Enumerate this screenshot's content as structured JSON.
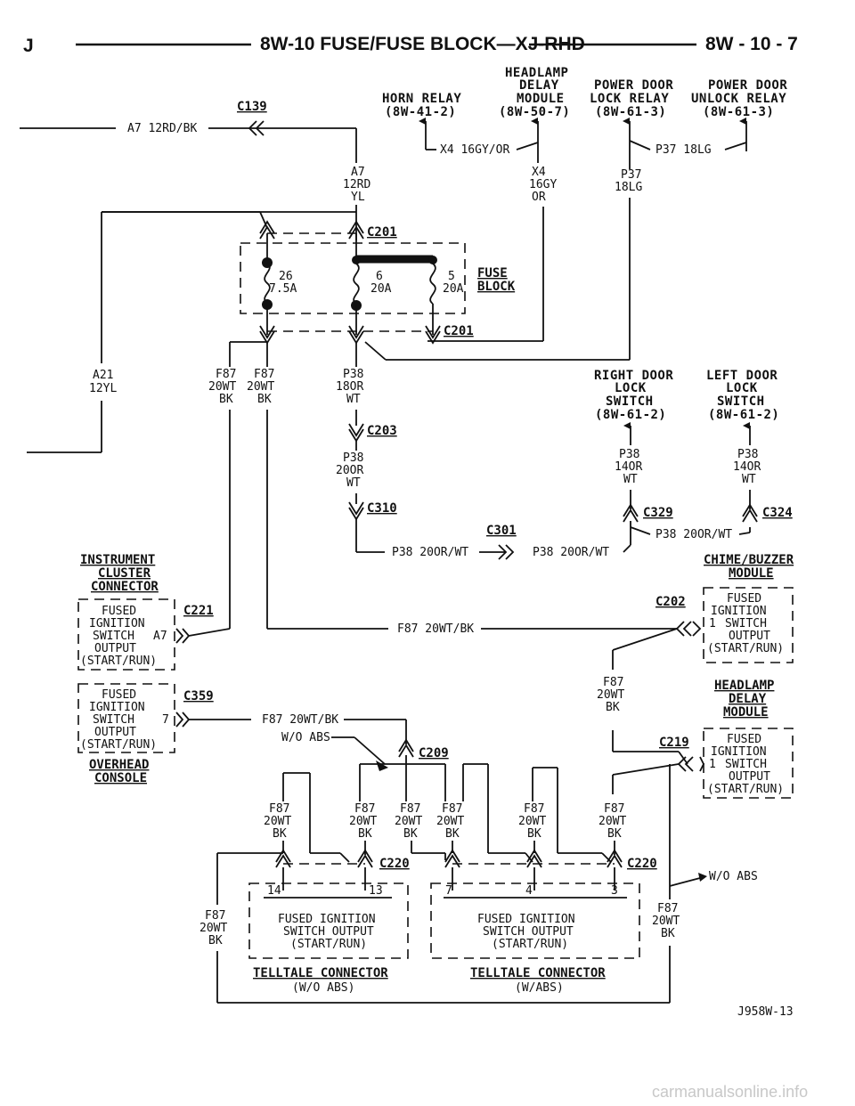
{
  "header": {
    "left": "J",
    "title": "8W-10 FUSE/FUSE BLOCK—XJ-RHD",
    "right": "8W - 10 - 7"
  },
  "components": {
    "horn_relay": [
      "HORN RELAY",
      "(8W-41-2)"
    ],
    "headlamp_delay_top": [
      "HEADLAMP",
      "DELAY",
      "MODULE",
      "(8W-50-7)"
    ],
    "pdl_relay": [
      "POWER DOOR",
      "LOCK RELAY",
      "(8W-61-3)"
    ],
    "pdu_relay": [
      "POWER DOOR",
      "UNLOCK RELAY",
      "(8W-61-3)"
    ],
    "right_door_switch": [
      "RIGHT DOOR",
      "LOCK",
      "SWITCH",
      "(8W-61-2)"
    ],
    "left_door_switch": [
      "LEFT DOOR",
      "LOCK",
      "SWITCH",
      "(8W-61-2)"
    ],
    "instrument_cluster": [
      "INSTRUMENT",
      "CLUSTER",
      "CONNECTOR"
    ],
    "overhead_console": [
      "OVERHEAD",
      "CONSOLE"
    ],
    "chime_module": [
      "CHIME/BUZZER",
      "MODULE"
    ],
    "headlamp_delay_right": [
      "HEADLAMP",
      "DELAY",
      "MODULE"
    ],
    "fuse_block": [
      "FUSE",
      "BLOCK"
    ],
    "telltale_left": [
      "TELLTALE CONNECTOR",
      "(W/O ABS)"
    ],
    "telltale_right": [
      "TELLTALE CONNECTOR",
      "(W/ABS)"
    ]
  },
  "fuses": {
    "f26": [
      "26",
      "7.5A"
    ],
    "f6": [
      "6",
      "20A"
    ],
    "f5": [
      "5",
      "20A"
    ]
  },
  "connectors": {
    "c139": "C139",
    "c201": "C201",
    "c203": "C203",
    "c310": "C310",
    "c301": "C301",
    "c329": "C329",
    "c324": "C324",
    "c221": "C221",
    "c359": "C359",
    "c202": "C202",
    "c219": "C219",
    "c209": "C209",
    "c220": "C220"
  },
  "wires": {
    "a7_12rd_bk": "A7 12RD/BK",
    "x4_16gy_or": "X4 16GY/OR",
    "p37_18lg": "P37 18LG",
    "a7": [
      "A7",
      "12RD",
      "YL"
    ],
    "x4": [
      "X4",
      "16GY",
      "OR"
    ],
    "p37": [
      "P37",
      "18LG"
    ],
    "a21": [
      "A21",
      "12YL"
    ],
    "f87": [
      "F87",
      "20WT",
      "BK"
    ],
    "p38_18": [
      "P38",
      "18OR",
      "WT"
    ],
    "p38_20": [
      "P38",
      "20OR",
      "WT"
    ],
    "p38_14": [
      "P38",
      "14OR",
      "WT"
    ],
    "p38_20or_wt": "P38 20OR/WT",
    "f87_20wt_bk": "F87 20WT/BK",
    "wo_abs": "W/O ABS"
  },
  "boxes": {
    "fused_ign": [
      "FUSED",
      "IGNITION",
      "SWITCH",
      "OUTPUT",
      "(START/RUN)"
    ],
    "telltale_box_lines": [
      "FUSED IGNITION",
      "SWITCH OUTPUT",
      "(START/RUN)"
    ]
  },
  "pins": {
    "cluster": "A7",
    "console": "7",
    "chime": "1",
    "hdm": "1",
    "tt_left_a": "14",
    "tt_left_b": "13",
    "tt_right_a": "7",
    "tt_right_b": "4",
    "tt_right_c": "3"
  },
  "figure_code": "J958W-13",
  "watermark": "carmanualsonline.info"
}
